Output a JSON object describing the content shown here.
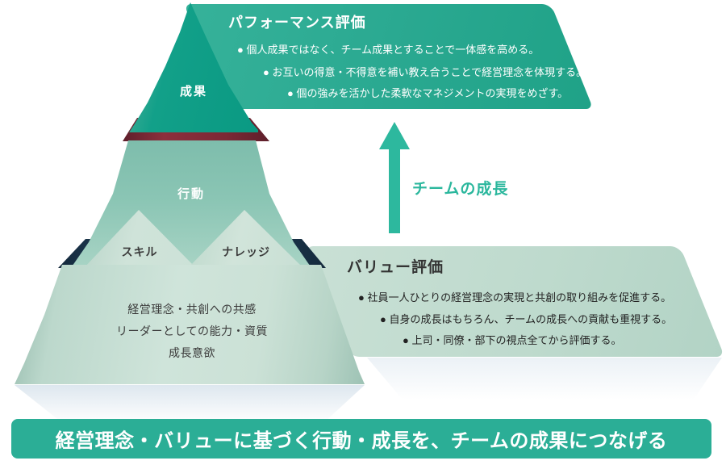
{
  "pyramid": {
    "level_top": "成果",
    "level_middle": "行動",
    "peak_left": "スキル",
    "peak_right": "ナレッジ",
    "base_lines": [
      "経営理念・共創への共感",
      "リーダーとしての能力・資質",
      "成長意欲"
    ]
  },
  "performance_box": {
    "title": "パフォーマンス評価",
    "bullets": [
      "● 個人成果ではなく、チーム成果とすることで一体感を高める。",
      "● お互いの得意・不得意を補い教え合うことで経営理念を体現する。",
      "● 個の強みを活かした柔軟なマネジメントの実現をめざす。"
    ]
  },
  "value_box": {
    "title": "バリュー評価",
    "bullets": [
      "● 社員一人ひとりの経営理念の実現と共創の取り組みを促進する。",
      "● 自身の成長はもちろん、チームの成長への貢献も重視する。",
      "● 上司・同僚・部下の視点全てから評価する。"
    ]
  },
  "growth_arrow": {
    "label": "チームの成長"
  },
  "banner": {
    "text": "経営理念・バリューに基づく行動・成長を、チームの成果につなげる"
  },
  "colors": {
    "pyramid_top_teal": "#0f9d86",
    "performance_box_bg": "#2bab93",
    "middle_green": "#86c3b2",
    "pale_green": "#cce2d7",
    "value_box_bg": "#bcd9cd",
    "inner_face_maroon": "#7a2634",
    "inner_face_navy": "#1e3a50",
    "arrow_teal": "#2db89e",
    "banner_bg": "#2bae96",
    "dark_text": "#3b3b3b"
  }
}
